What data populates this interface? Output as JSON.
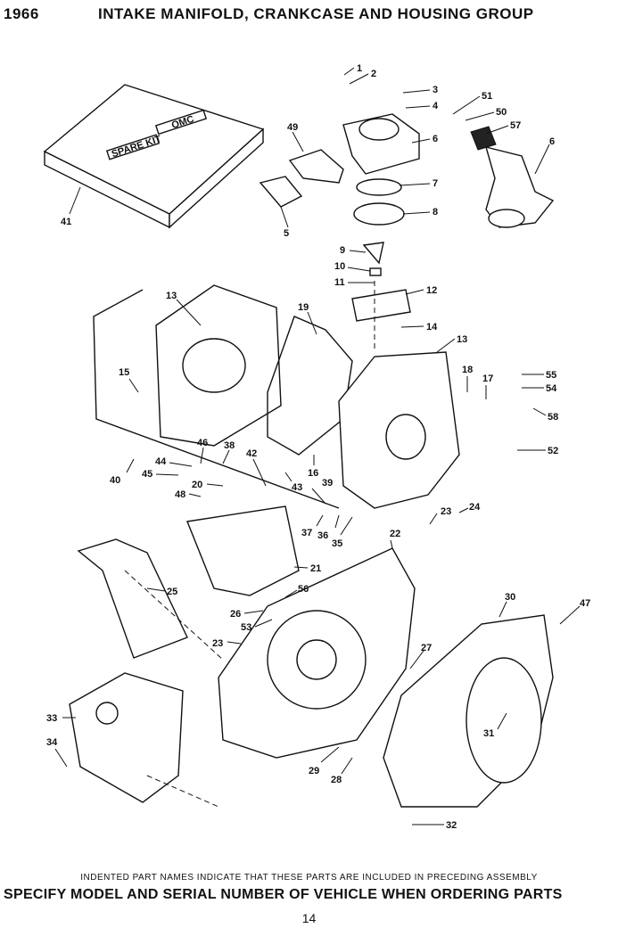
{
  "header": {
    "year": "1966",
    "title": "INTAKE MANIFOLD, CRANKCASE AND HOUSING GROUP"
  },
  "diagram": {
    "box_labels": [
      "OMC",
      "SPARE KIT"
    ],
    "callouts": [
      "1",
      "2",
      "3",
      "4",
      "51",
      "50",
      "57",
      "6",
      "49",
      "6",
      "7",
      "8",
      "5",
      "41",
      "9",
      "10",
      "11",
      "12",
      "13",
      "19",
      "14",
      "13",
      "15",
      "18",
      "17",
      "55",
      "54",
      "58",
      "52",
      "46",
      "38",
      "42",
      "44",
      "45",
      "16",
      "43",
      "40",
      "20",
      "39",
      "48",
      "37",
      "36",
      "35",
      "23",
      "24",
      "22",
      "21",
      "25",
      "56",
      "26",
      "53",
      "30",
      "47",
      "23",
      "27",
      "31",
      "33",
      "29",
      "28",
      "34",
      "32"
    ]
  },
  "footer": {
    "note": "INDENTED PART NAMES INDICATE THAT THESE PARTS ARE INCLUDED IN PRECEDING ASSEMBLY",
    "specify": "SPECIFY MODEL AND SERIAL NUMBER OF VEHICLE WHEN ORDERING PARTS",
    "page": "14"
  }
}
